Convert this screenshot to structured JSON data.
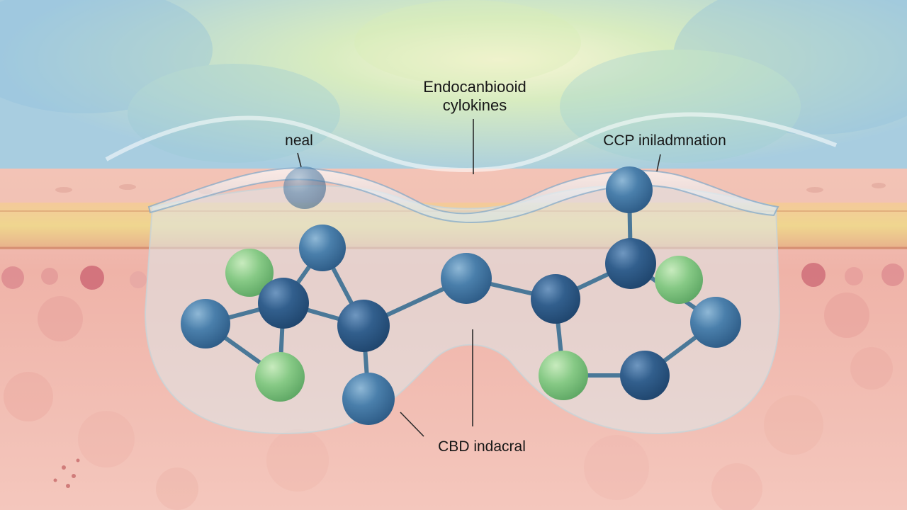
{
  "labels": {
    "top": [
      "Endocanbiooid",
      "cylokines"
    ],
    "left": "neal",
    "right": "CCP iniladmnation",
    "bottom": "CBD indacral"
  },
  "colors": {
    "atom_blue": "#3e6f98",
    "atom_dark_blue": "#2c557e",
    "atom_green": "#7cc37d",
    "bond": "#4a7898",
    "skin_pink": "#efb6ac",
    "skin_band_yellow": "#f0cf8c",
    "sky_blue": "#a9cde1",
    "sky_green": "#cfe6b6"
  }
}
